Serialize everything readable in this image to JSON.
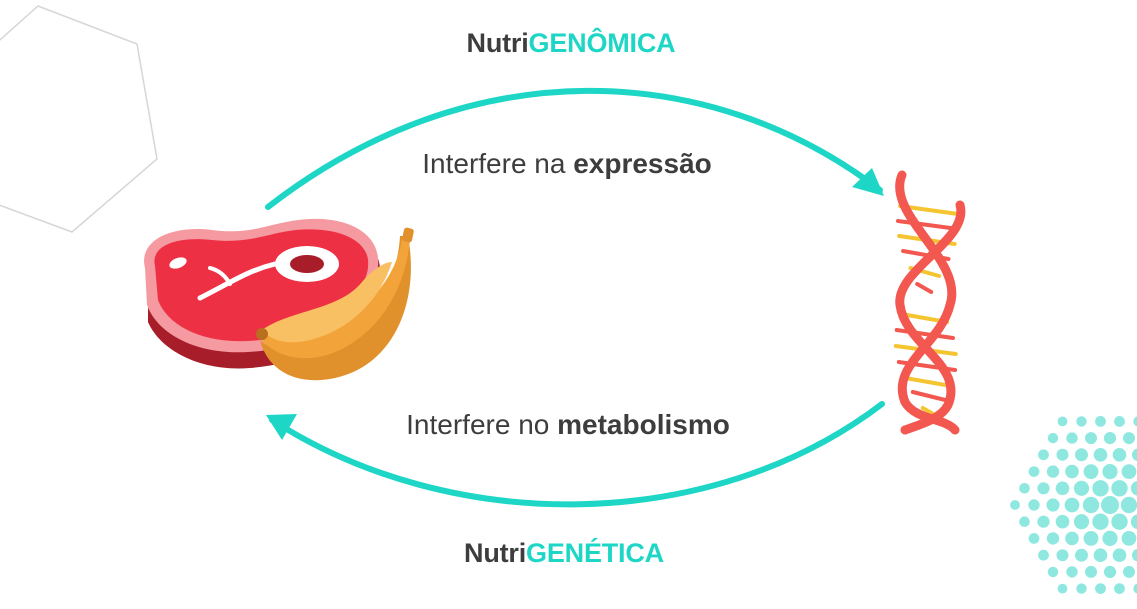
{
  "top_title": {
    "prefix": "Nutri",
    "suffix": "GENÔMICA"
  },
  "top_caption": {
    "normal": "Interfere na ",
    "bold": "expressão"
  },
  "bottom_caption": {
    "normal": "Interfere no ",
    "bold": "metabolismo"
  },
  "bottom_title": {
    "prefix": "Nutri",
    "suffix": "GENÉTICA"
  },
  "colors": {
    "arrow": "#1ed6c6",
    "text": "#3d3d3d",
    "accent": "#1ed6c6",
    "meat": "#ee3044",
    "meat_dark": "#a71e2a",
    "banana": "#f2a33a",
    "dna": "#f2584f",
    "dna_rung": "#f5c531",
    "dots": "#8fe8e0",
    "hexagon_line": "#d6d6d6"
  },
  "icons": [
    "steak-icon",
    "banana-icon",
    "dna-icon",
    "hexagon-decoration",
    "dotted-hexagon-decoration"
  ]
}
